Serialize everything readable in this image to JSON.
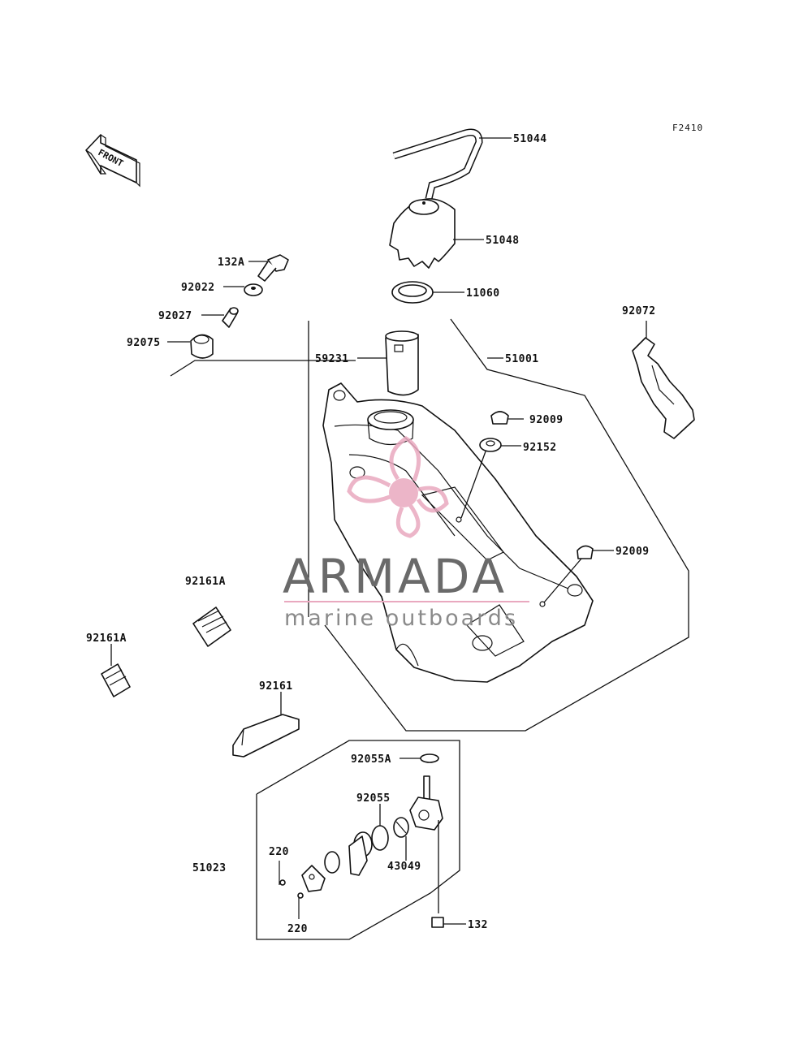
{
  "diagram": {
    "code": "F2410",
    "front_label": "FRONT"
  },
  "parts": {
    "p51044": "51044",
    "p51048": "51048",
    "p11060": "11060",
    "p51001": "51001",
    "p59231": "59231",
    "p92009_top": "92009",
    "p92152": "92152",
    "p92009_right": "92009",
    "p92072": "92072",
    "p132A": "132A",
    "p92022": "92022",
    "p92027": "92027",
    "p92075": "92075",
    "p92161A_upper": "92161A",
    "p92161A_lower": "92161A",
    "p92161": "92161",
    "p92055A": "92055A",
    "p92055": "92055",
    "p43049": "43049",
    "p51023": "51023",
    "p220_upper": "220",
    "p220_lower": "220",
    "p132": "132"
  },
  "watermark": {
    "title": "ARMADA",
    "subtitle": "marine outboards",
    "accent_color": "#e9a9bf"
  }
}
